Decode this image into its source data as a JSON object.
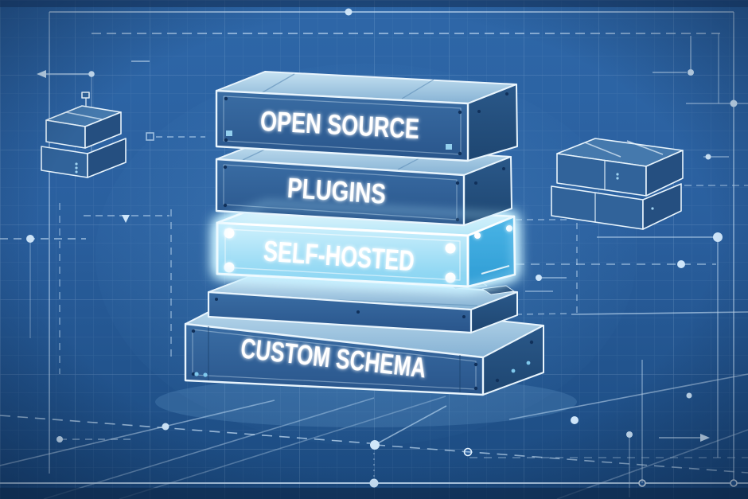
{
  "scene": {
    "kind": "blueprint-feature-stack-illustration",
    "stack": {
      "layers": [
        {
          "id": "open-source",
          "label": "OPEN SOURCE",
          "highlighted": false
        },
        {
          "id": "plugins",
          "label": "PLUGINS",
          "highlighted": false
        },
        {
          "id": "self-hosted",
          "label": "SELF-HOSTED",
          "highlighted": true
        },
        {
          "id": "base-tray",
          "label": "",
          "highlighted": false
        },
        {
          "id": "custom-schema",
          "label": "CUSTOM SCHEMA",
          "highlighted": false
        }
      ]
    },
    "colors": {
      "background": "#2a5f9e",
      "background_deep": "#1b4a7f",
      "grid_line": "#bcd9f2",
      "doodle_line": "#cfe6fa",
      "box_front": "#31619a",
      "box_top": "#a9cfe7",
      "box_side": "#234e7d",
      "box_outline": "#e9f5fd",
      "highlight_fill": "#8fd8f4",
      "highlight_glow": "#bfeaff",
      "label_text": "#ffffff"
    }
  }
}
